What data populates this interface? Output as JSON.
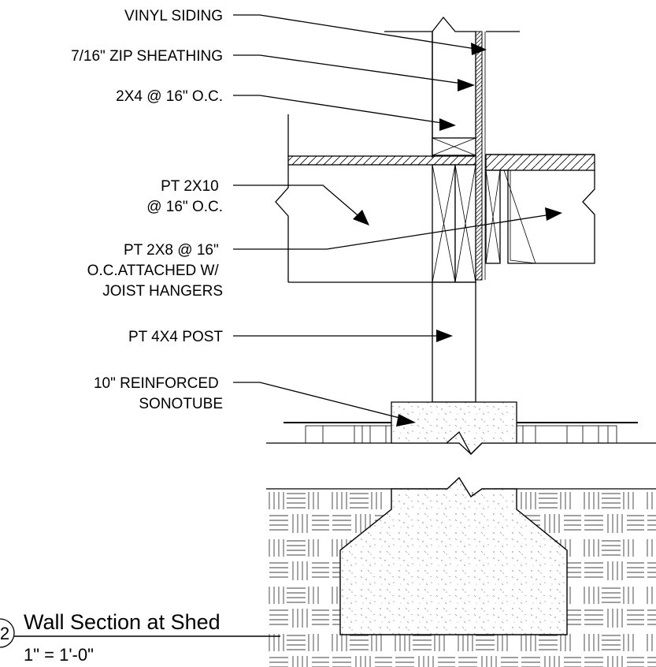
{
  "callouts": [
    {
      "id": "vinyl",
      "lines": [
        "VINYL SIDING"
      ]
    },
    {
      "id": "zip",
      "lines": [
        "7/16\" ZIP SHEATHING"
      ]
    },
    {
      "id": "stud",
      "lines": [
        "2X4 @ 16\" O.C."
      ]
    },
    {
      "id": "joist",
      "lines": [
        "PT 2X10",
        "@ 16\" O.C."
      ]
    },
    {
      "id": "hanger",
      "lines": [
        "PT 2X8 @ 16\"",
        "O.C.ATTACHED W/",
        "JOIST HANGERS"
      ]
    },
    {
      "id": "post",
      "lines": [
        "PT 4X4 POST"
      ]
    },
    {
      "id": "sonotube",
      "lines": [
        "10\" REINFORCED",
        "SONOTUBE"
      ]
    }
  ],
  "title_block": {
    "detail_number": "2",
    "title": "Wall Section at Shed",
    "scale": "1\" = 1'-0\""
  }
}
